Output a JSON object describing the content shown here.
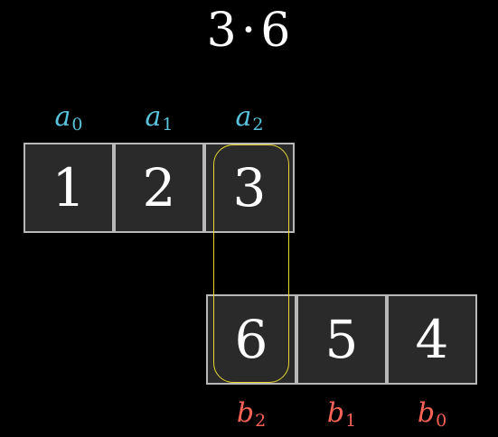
{
  "title": {
    "left": "3",
    "operator": "·",
    "right": "6"
  },
  "colors": {
    "background": "#000000",
    "cell_fill": "#2a2a2a",
    "cell_border": "#b8b8b8",
    "a_label": "#58c4dd",
    "b_label": "#fc6255",
    "highlight": "#e6d72c"
  },
  "array_a": {
    "labels": [
      {
        "var": "a",
        "index": "0"
      },
      {
        "var": "a",
        "index": "1"
      },
      {
        "var": "a",
        "index": "2"
      }
    ],
    "values": [
      "1",
      "2",
      "3"
    ]
  },
  "array_b": {
    "values": [
      "6",
      "5",
      "4"
    ],
    "labels": [
      {
        "var": "b",
        "index": "2"
      },
      {
        "var": "b",
        "index": "1"
      },
      {
        "var": "b",
        "index": "0"
      }
    ]
  }
}
